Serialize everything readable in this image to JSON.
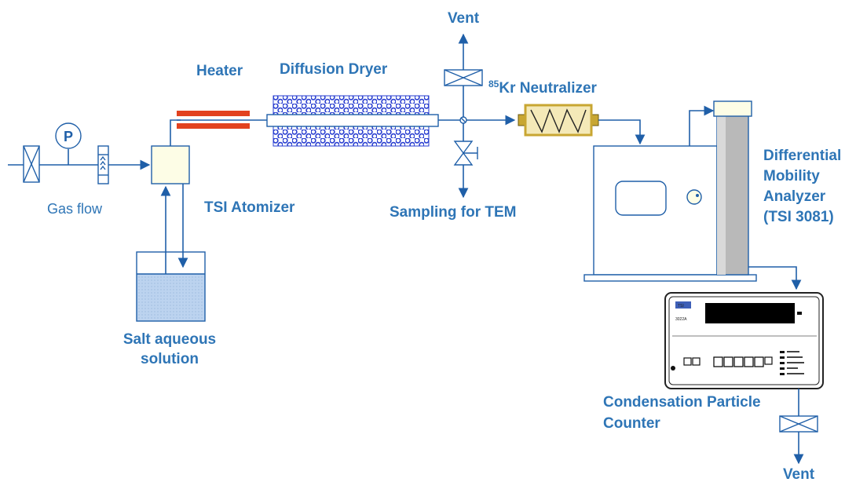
{
  "labels": {
    "vent_top": "Vent",
    "heater": "Heater",
    "diffusion_dryer": "Diffusion Dryer",
    "neutralizer_sup": "85",
    "neutralizer": "Kr Neutralizer",
    "gas_flow": "Gas flow",
    "tsi_atomizer": "TSI Atomizer",
    "sampling_tem": "Sampling for TEM",
    "salt_line1": "Salt aqueous",
    "salt_line2": "solution",
    "dma_line1": "Differential",
    "dma_line2": "Mobility",
    "dma_line3": "Analyzer",
    "dma_line4": "(TSI 3081)",
    "cpc_line1": "Condensation Particle",
    "cpc_line2": "Counter",
    "vent_bottom": "Vent",
    "pressure_gauge": "P",
    "cpc_model": "3022A",
    "cpc_brand": "TSI"
  },
  "colors": {
    "label": "#2e75b6",
    "pipe": "#1f5fa8",
    "heater": "#e2421f",
    "atomizer_fill": "#fdfde6",
    "solution_fill": "#bcd3ef",
    "bead": "#2a3fd0",
    "dma_column": "#b9b9b9",
    "dma_cap": "#fdfde6",
    "neutralizer": "#c8a632"
  }
}
